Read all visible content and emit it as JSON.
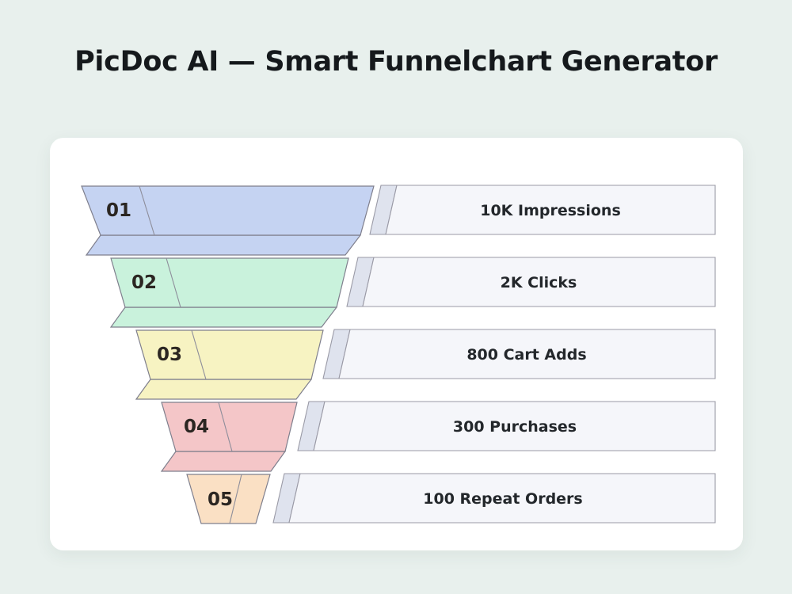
{
  "page": {
    "title": "PicDoc AI — Smart Funnelchart Generator",
    "background_color": "#e8f0ed",
    "card_color": "#ffffff"
  },
  "chart_data": {
    "type": "funnel",
    "title": "PicDoc AI — Smart Funnelchart Generator",
    "xlabel": "",
    "ylabel": "",
    "categories": [
      "Impressions",
      "Clicks",
      "Cart Adds",
      "Purchases",
      "Repeat Orders"
    ],
    "values": [
      10000,
      2000,
      800,
      300,
      100
    ],
    "value_labels": [
      "10K",
      "2K",
      "800",
      "300",
      "100"
    ],
    "stage_numbers": [
      "01",
      "02",
      "03",
      "04",
      "05"
    ],
    "labels": [
      "10K Impressions",
      "2K Clicks",
      "800 Cart Adds",
      "300 Purchases",
      "100 Repeat Orders"
    ],
    "colors": [
      "#c5d3f2",
      "#c9f2dc",
      "#f7f3c2",
      "#f4c6c8",
      "#fae0c4"
    ],
    "stroke_color": "#8a8a96",
    "legend_position": "right",
    "grid": false,
    "stages": [
      {
        "number": "01",
        "label": "10K Impressions",
        "value": 10000,
        "value_label": "10K",
        "name": "Impressions",
        "color": "#c5d3f2"
      },
      {
        "number": "02",
        "label": "2K Clicks",
        "value": 2000,
        "value_label": "2K",
        "name": "Clicks",
        "color": "#c9f2dc"
      },
      {
        "number": "03",
        "label": "800 Cart Adds",
        "value": 800,
        "value_label": "800",
        "name": "Cart Adds",
        "color": "#f7f3c2"
      },
      {
        "number": "04",
        "label": "300 Purchases",
        "value": 300,
        "value_label": "300",
        "name": "Purchases",
        "color": "#f4c6c8"
      },
      {
        "number": "05",
        "label": "100 Repeat Orders",
        "value": 100,
        "value_label": "100",
        "name": "Repeat Orders",
        "color": "#fae0c4"
      }
    ]
  }
}
